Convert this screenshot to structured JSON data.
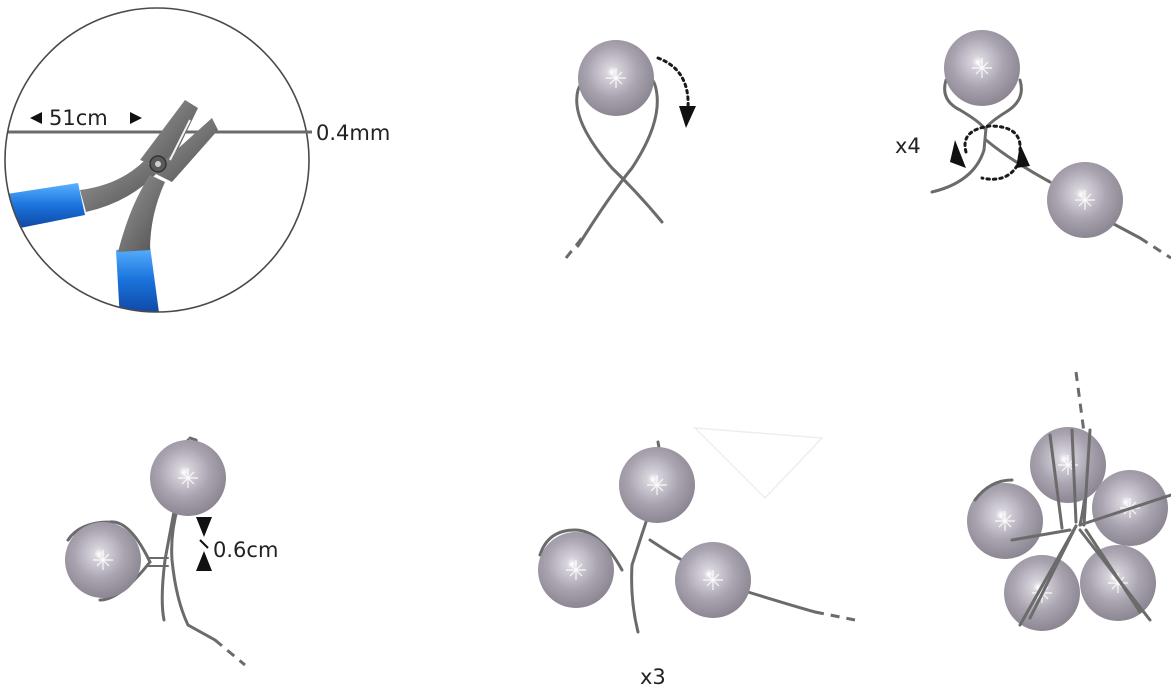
{
  "labels": {
    "wire_length": "51cm",
    "wire_gauge": "0.4mm",
    "twist_count": "x4",
    "gap": "0.6cm",
    "repeat_count": "x3"
  },
  "colors": {
    "bead": "#a9a3b0",
    "bead_shadow": "#8d8794",
    "wire": "#6b6b6b",
    "plier_handle": "#1e6fd6",
    "plier_metal": "#6e6e6e"
  },
  "icons": [
    "wire-cutter-icon",
    "bead-icon",
    "twist-arrow-icon"
  ]
}
